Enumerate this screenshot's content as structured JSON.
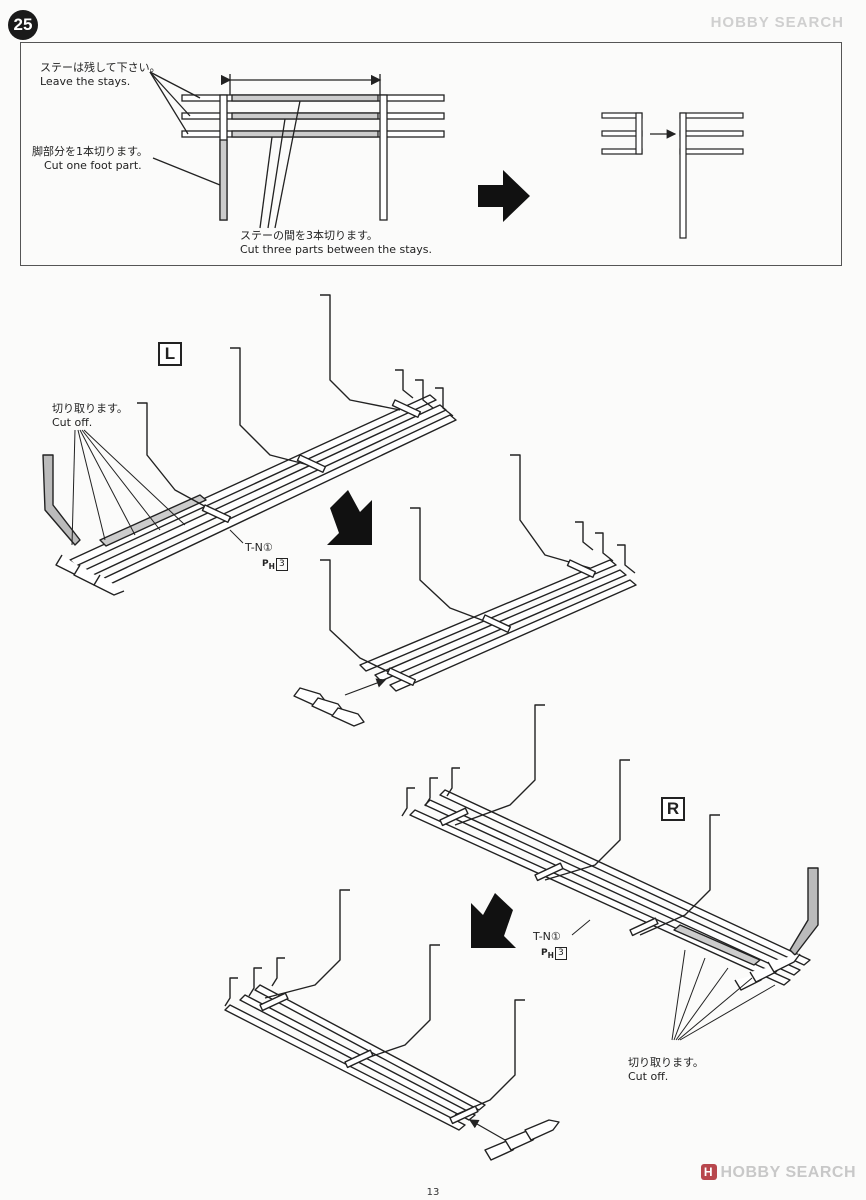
{
  "step": {
    "number": "25"
  },
  "header_brand": "HOBBY SEARCH",
  "top_box": {
    "leave_stays_jp": "ステーは残して下さい。",
    "leave_stays_en": "Leave the stays.",
    "cut_foot_jp": "脚部分を1本切ります。",
    "cut_foot_en": "Cut one foot part.",
    "cut_three_jp": "ステーの間を3本切ります。",
    "cut_three_en": "Cut three parts between the stays."
  },
  "left_assembly": {
    "label": "L",
    "cut_off_jp": "切り取ります。",
    "cut_off_en": "Cut off.",
    "part_code": "T-N①",
    "part_ref_prefix": "P",
    "part_ref_sub": "H",
    "part_ref_num": "3"
  },
  "right_assembly": {
    "label": "R",
    "cut_off_jp": "切り取ります。",
    "cut_off_en": "Cut off.",
    "part_code": "T-N①",
    "part_ref_prefix": "P",
    "part_ref_sub": "H",
    "part_ref_num": "3"
  },
  "page_number": "13",
  "watermark": {
    "logo": "H",
    "text": "HOBBY SEARCH"
  }
}
